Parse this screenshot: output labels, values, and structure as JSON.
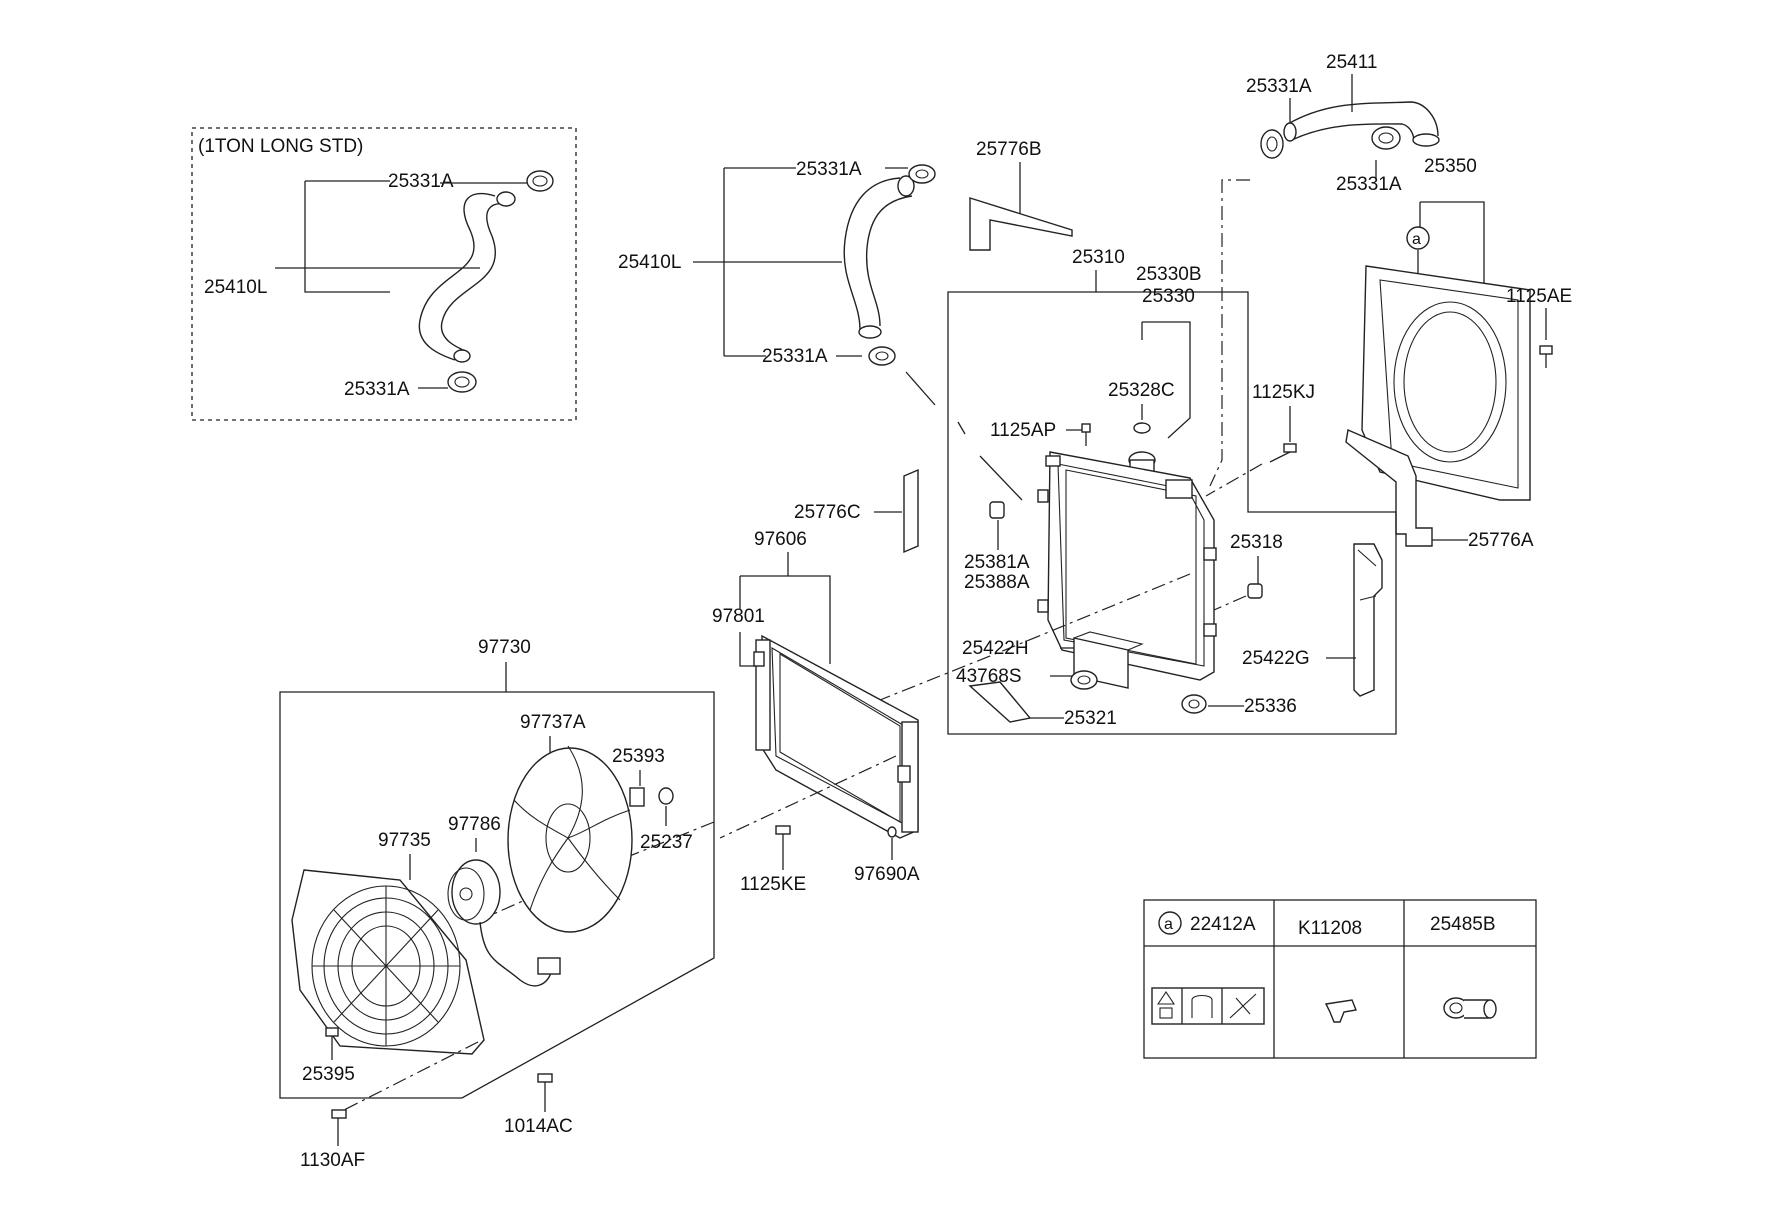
{
  "group_title": "(1TON LONG STD)",
  "labels": {
    "l25331A_a": "25331A",
    "l25410L_a": "25410L",
    "l25331A_b": "25331A",
    "l25331A_c": "25331A",
    "l25410L_b": "25410L",
    "l25331A_d": "25331A",
    "l25776B": "25776B",
    "l25331A_e": "25331A",
    "l25411": "25411",
    "l25331A_f": "25331A",
    "l25350": "25350",
    "l1125AE": "1125AE",
    "l25310": "25310",
    "l25330B": "25330B",
    "l25330": "25330",
    "l25328C": "25328C",
    "l1125KJ": "1125KJ",
    "l1125AP": "1125AP",
    "l25776C": "25776C",
    "l97606": "97606",
    "l25381A": "25381A",
    "l25388A": "25388A",
    "l25318": "25318",
    "l25776A": "25776A",
    "l97801": "97801",
    "l25422H": "25422H",
    "l43768S": "43768S",
    "l25422G": "25422G",
    "l25321": "25321",
    "l25336": "25336",
    "l97730": "97730",
    "l97737A": "97737A",
    "l25393": "25393",
    "l25237": "25237",
    "l97786": "97786",
    "l97735": "97735",
    "l1125KE": "1125KE",
    "l97690A": "97690A",
    "l25395": "25395",
    "l1130AF": "1130AF",
    "l1014AC": "1014AC"
  },
  "legend": {
    "marker": "a",
    "col1": "22412A",
    "col2": "K11208",
    "col3": "25485B"
  }
}
